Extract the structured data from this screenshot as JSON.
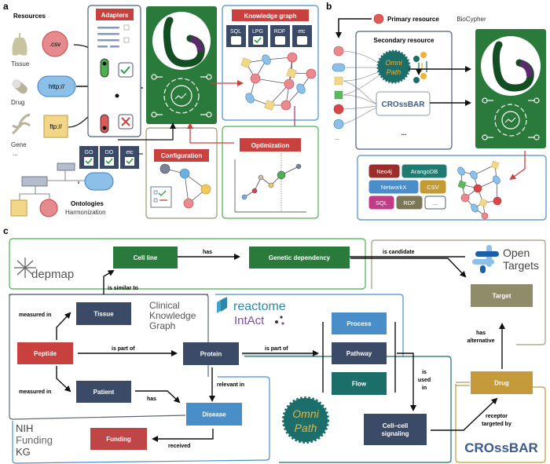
{
  "panel_a": {
    "panel_label": "a",
    "resources_title": "Resources",
    "resources": [
      {
        "name": "Tissue",
        "source": ".csv",
        "icon": "lungs-icon"
      },
      {
        "name": "Drug",
        "source": "http://",
        "icon": "pill-icon"
      },
      {
        "name": "Gene",
        "source": "ftp://",
        "icon": "dna-icon"
      }
    ],
    "more": "...",
    "adapters_title": "Adapters",
    "ontology_tags": [
      "GO",
      "DO",
      "etc"
    ],
    "ontologies_title": "Ontologies",
    "ontologies_subtitle": "Harmonization",
    "kg_title": "Knowledge graph",
    "kg_formats": [
      {
        "label": "SQL",
        "checked": false
      },
      {
        "label": "LPG",
        "checked": true
      },
      {
        "label": "RDF",
        "checked": false
      },
      {
        "label": "etc",
        "checked": false
      }
    ],
    "configuration_title": "Configuration",
    "optimization_title": "Optimization"
  },
  "panel_b": {
    "panel_label": "b",
    "primary_resource": "Primary resource",
    "secondary_resource_title": "Secondary resource",
    "omnipath_line1": "Omni",
    "omnipath_line2": "Path",
    "crossbar": "CROssBAR",
    "secondary_more": "...",
    "more": "...",
    "biocypher_title": "BioCypher",
    "outputs": [
      {
        "label": "Neo4j",
        "color": "#9b2d2d"
      },
      {
        "label": "ArangoDB",
        "color": "#1f7a72"
      },
      {
        "label": "NetworkX",
        "color": "#4a8ec9"
      },
      {
        "label": "CSV",
        "color": "#c49a33"
      },
      {
        "label": "SQL",
        "color": "#c23b86"
      },
      {
        "label": "RDF",
        "color": "#7a7656"
      },
      {
        "label": "...",
        "color": "#ffffff"
      }
    ]
  },
  "panel_c": {
    "panel_label": "c",
    "depmap_logo": "depmap",
    "ckg_logo": [
      "Clinical",
      "Knowledge",
      "Graph"
    ],
    "reactome_logo": "reactome",
    "intact_logo": "IntAct",
    "opentargets_logo": [
      "Open",
      "Targets"
    ],
    "nih_logo": [
      "NIH",
      "Funding",
      "KG"
    ],
    "omnipath_logo": [
      "Omni",
      "Path"
    ],
    "crossbar_logo": "CROssBAR",
    "nodes": {
      "cell_line": "Cell line",
      "genetic_dependency": "Genetic dependency",
      "tissue": "Tissue",
      "peptide": "Peptide",
      "protein": "Protein",
      "patient": "Patient",
      "disease": "Disease",
      "funding": "Funding",
      "process": "Process",
      "pathway": "Pathway",
      "flow": "Flow",
      "cell_cell_signaling": [
        "Cell–cell",
        "signaling"
      ],
      "target": "Target",
      "drug": "Drug"
    },
    "edges": {
      "has": "has",
      "is_similar_to": "is similar to",
      "is_candidate": "is candidate",
      "measured_in_tissue": "measured in",
      "is_part_of_protein": "is part of",
      "is_part_of_pathway": "is part of",
      "measured_in_patient": "measured in",
      "patient_has": "has",
      "relevant_in": "relevant in",
      "received": "received",
      "is_used_in": [
        "is",
        "used",
        "in"
      ],
      "has_alternative": [
        "has",
        "alternative"
      ],
      "receptor_targeted_by": [
        "receptor",
        "targeted by"
      ]
    }
  },
  "colors": {
    "red_label": "#c9413f",
    "green_box": "#2a7a3b",
    "navy_box": "#3b4a66",
    "light_blue_box": "#4a8ec9",
    "teal_box": "#1b6e6a",
    "olive_box": "#8f8c6a",
    "gold_box": "#c49a3a",
    "funding_red": "#c04546"
  }
}
